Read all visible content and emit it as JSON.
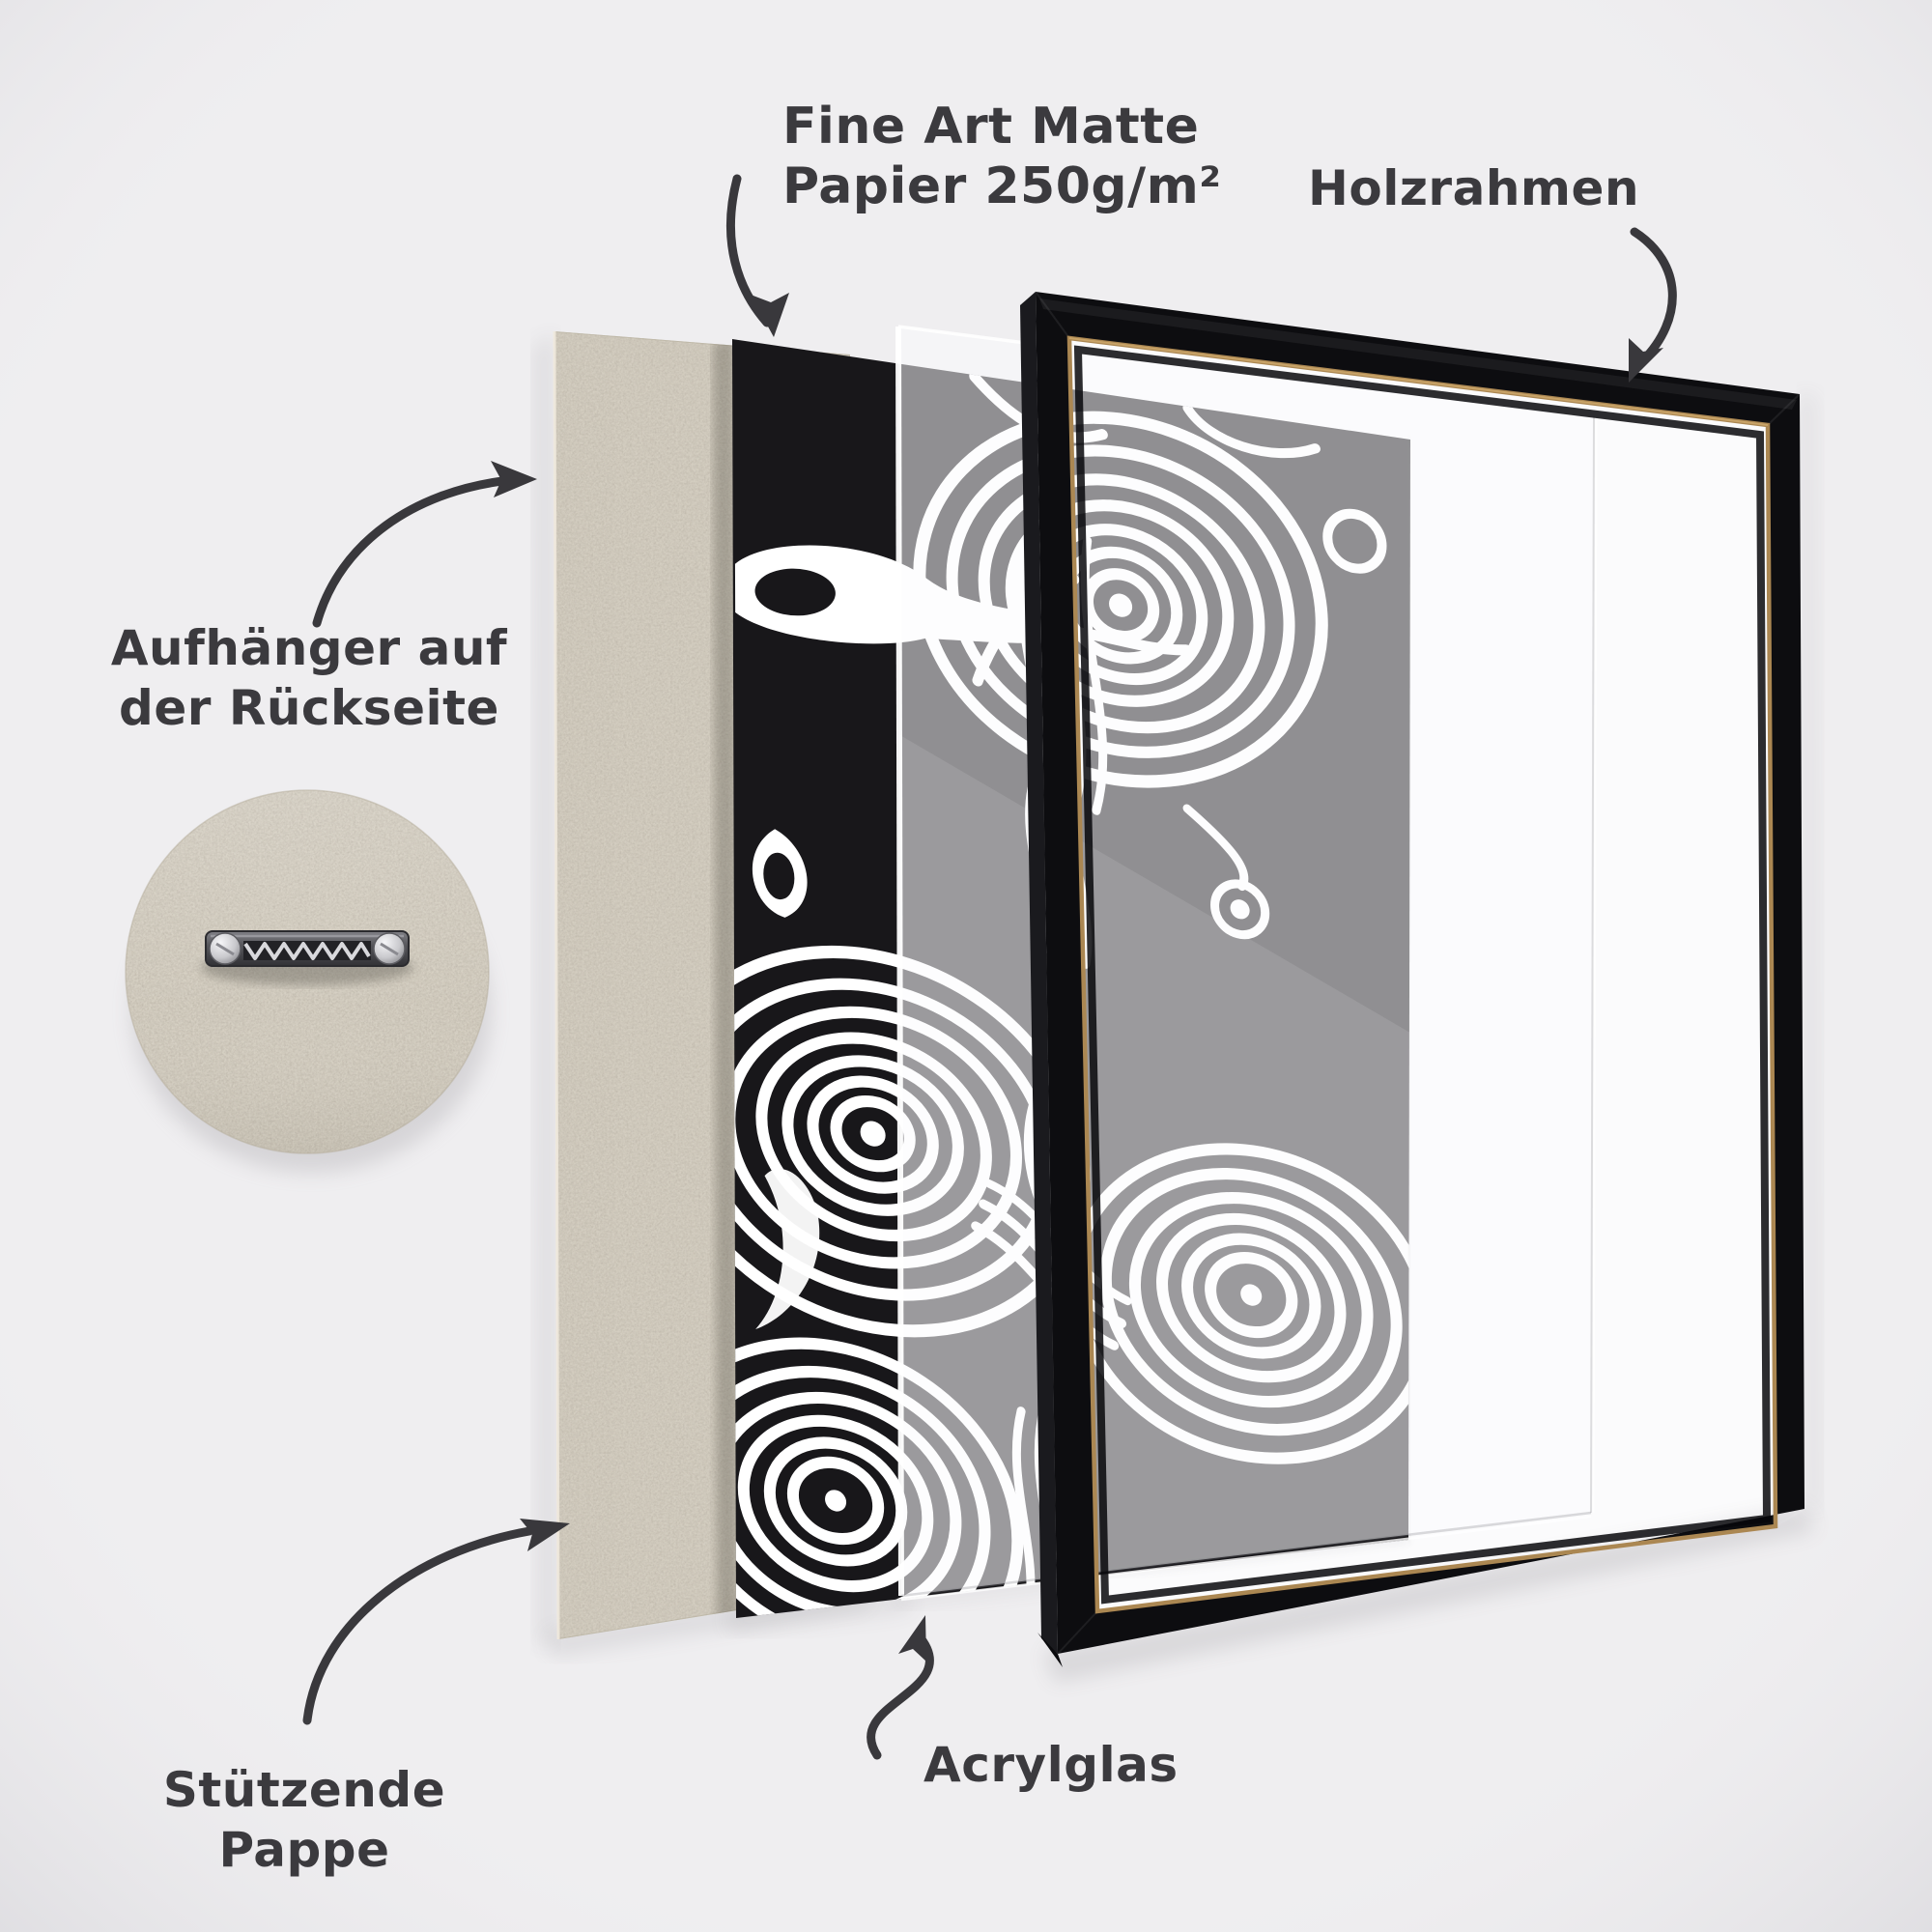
{
  "diagram": {
    "title": "Framed poster product layers diagram",
    "labels": {
      "paper_line1": "Fine Art Matte",
      "paper_line2": "Papier 250g/m²",
      "frame": "Holzrahmen",
      "hanger_line1": "Aufhänger auf",
      "hanger_line2": "der Rückseite",
      "cardboard_line1": "Stützende",
      "cardboard_line2": "Pappe",
      "acrylic": "Acrylglas"
    },
    "colors": {
      "background": "#efeef0",
      "text": "#3b3a3e",
      "arrow": "#39383c",
      "cardboard": "#d4cec1",
      "print_background": "#18171a",
      "print_lines": "#ffffff",
      "artwork_through_glass": "#8b8b8d",
      "frame": "#0d0d10",
      "frame_gold_trim": "#ab8752",
      "frame_interior": "#fbfbfc",
      "hanger_metal": "#6f6f74"
    }
  }
}
